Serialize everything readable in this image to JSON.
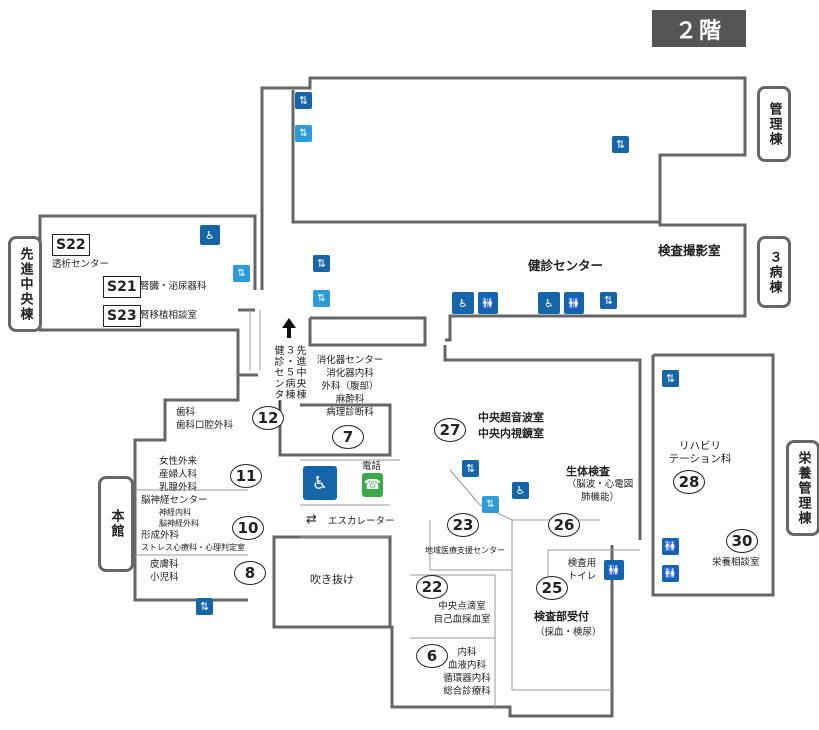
{
  "floor": "２階",
  "buildings": {
    "kanri": "管理棟",
    "byoto3": "３病棟",
    "eiyo": "栄養管理棟",
    "sentan": "先進中央棟",
    "honkan": "本館"
  },
  "rooms": {
    "s22": {
      "code": "S22",
      "label": "透析センター"
    },
    "s21": {
      "code": "S21",
      "label": "腎臓・泌尿器科"
    },
    "s23": {
      "code": "S23",
      "label": "腎移植相談室"
    },
    "kenshin": "健診センター",
    "kensasatsuei": "検査撮影室",
    "shokaki": [
      "消化器センター",
      "消化器内科",
      "外科（腹部）",
      "麻酔科",
      "病理診断科"
    ],
    "n7": "7",
    "n12": "12",
    "shika": [
      "歯科",
      "歯科口腔外科"
    ],
    "n11": "11",
    "josei": [
      "女性外来",
      "産婦人科",
      "乳腺外科"
    ],
    "n10": "10",
    "noshinkei": [
      "脳神経センター",
      "神経内科",
      "脳神経外科",
      "形成外科",
      "ストレス心療科・心理判定室"
    ],
    "n8": "8",
    "hifu": [
      "皮膚科",
      "小児科"
    ],
    "n27": "27",
    "chuo": [
      "中央超音波室",
      "中央内視鏡室"
    ],
    "seitai": "生体検査",
    "seitai_sub": [
      "（脳波・心電図",
      "肺機能）"
    ],
    "n26": "26",
    "n23": "23",
    "chiiki": "地域医療支援センター",
    "n22": "22",
    "tenteki": [
      "中央点滴室",
      "自己血採血室"
    ],
    "n25": "25",
    "uketsuke": "検査部受付",
    "uketsuke_sub": "（採血・検尿）",
    "kensa_toilet": [
      "検査用",
      "トイレ"
    ],
    "n6": "6",
    "naika": [
      "内科",
      "血液内科",
      "循環器内科",
      "総合診療科"
    ],
    "rehab": [
      "リハビリ",
      "テーション科"
    ],
    "n28": "28",
    "n30": "30",
    "eiyo_sodan": "栄養相談室",
    "fukinuke": "吹き抜け",
    "escalator": "エスカレーター",
    "phone": "電話",
    "arrow_note": [
      "先進中央棟",
      "３・５病棟",
      "健診センター"
    ]
  }
}
